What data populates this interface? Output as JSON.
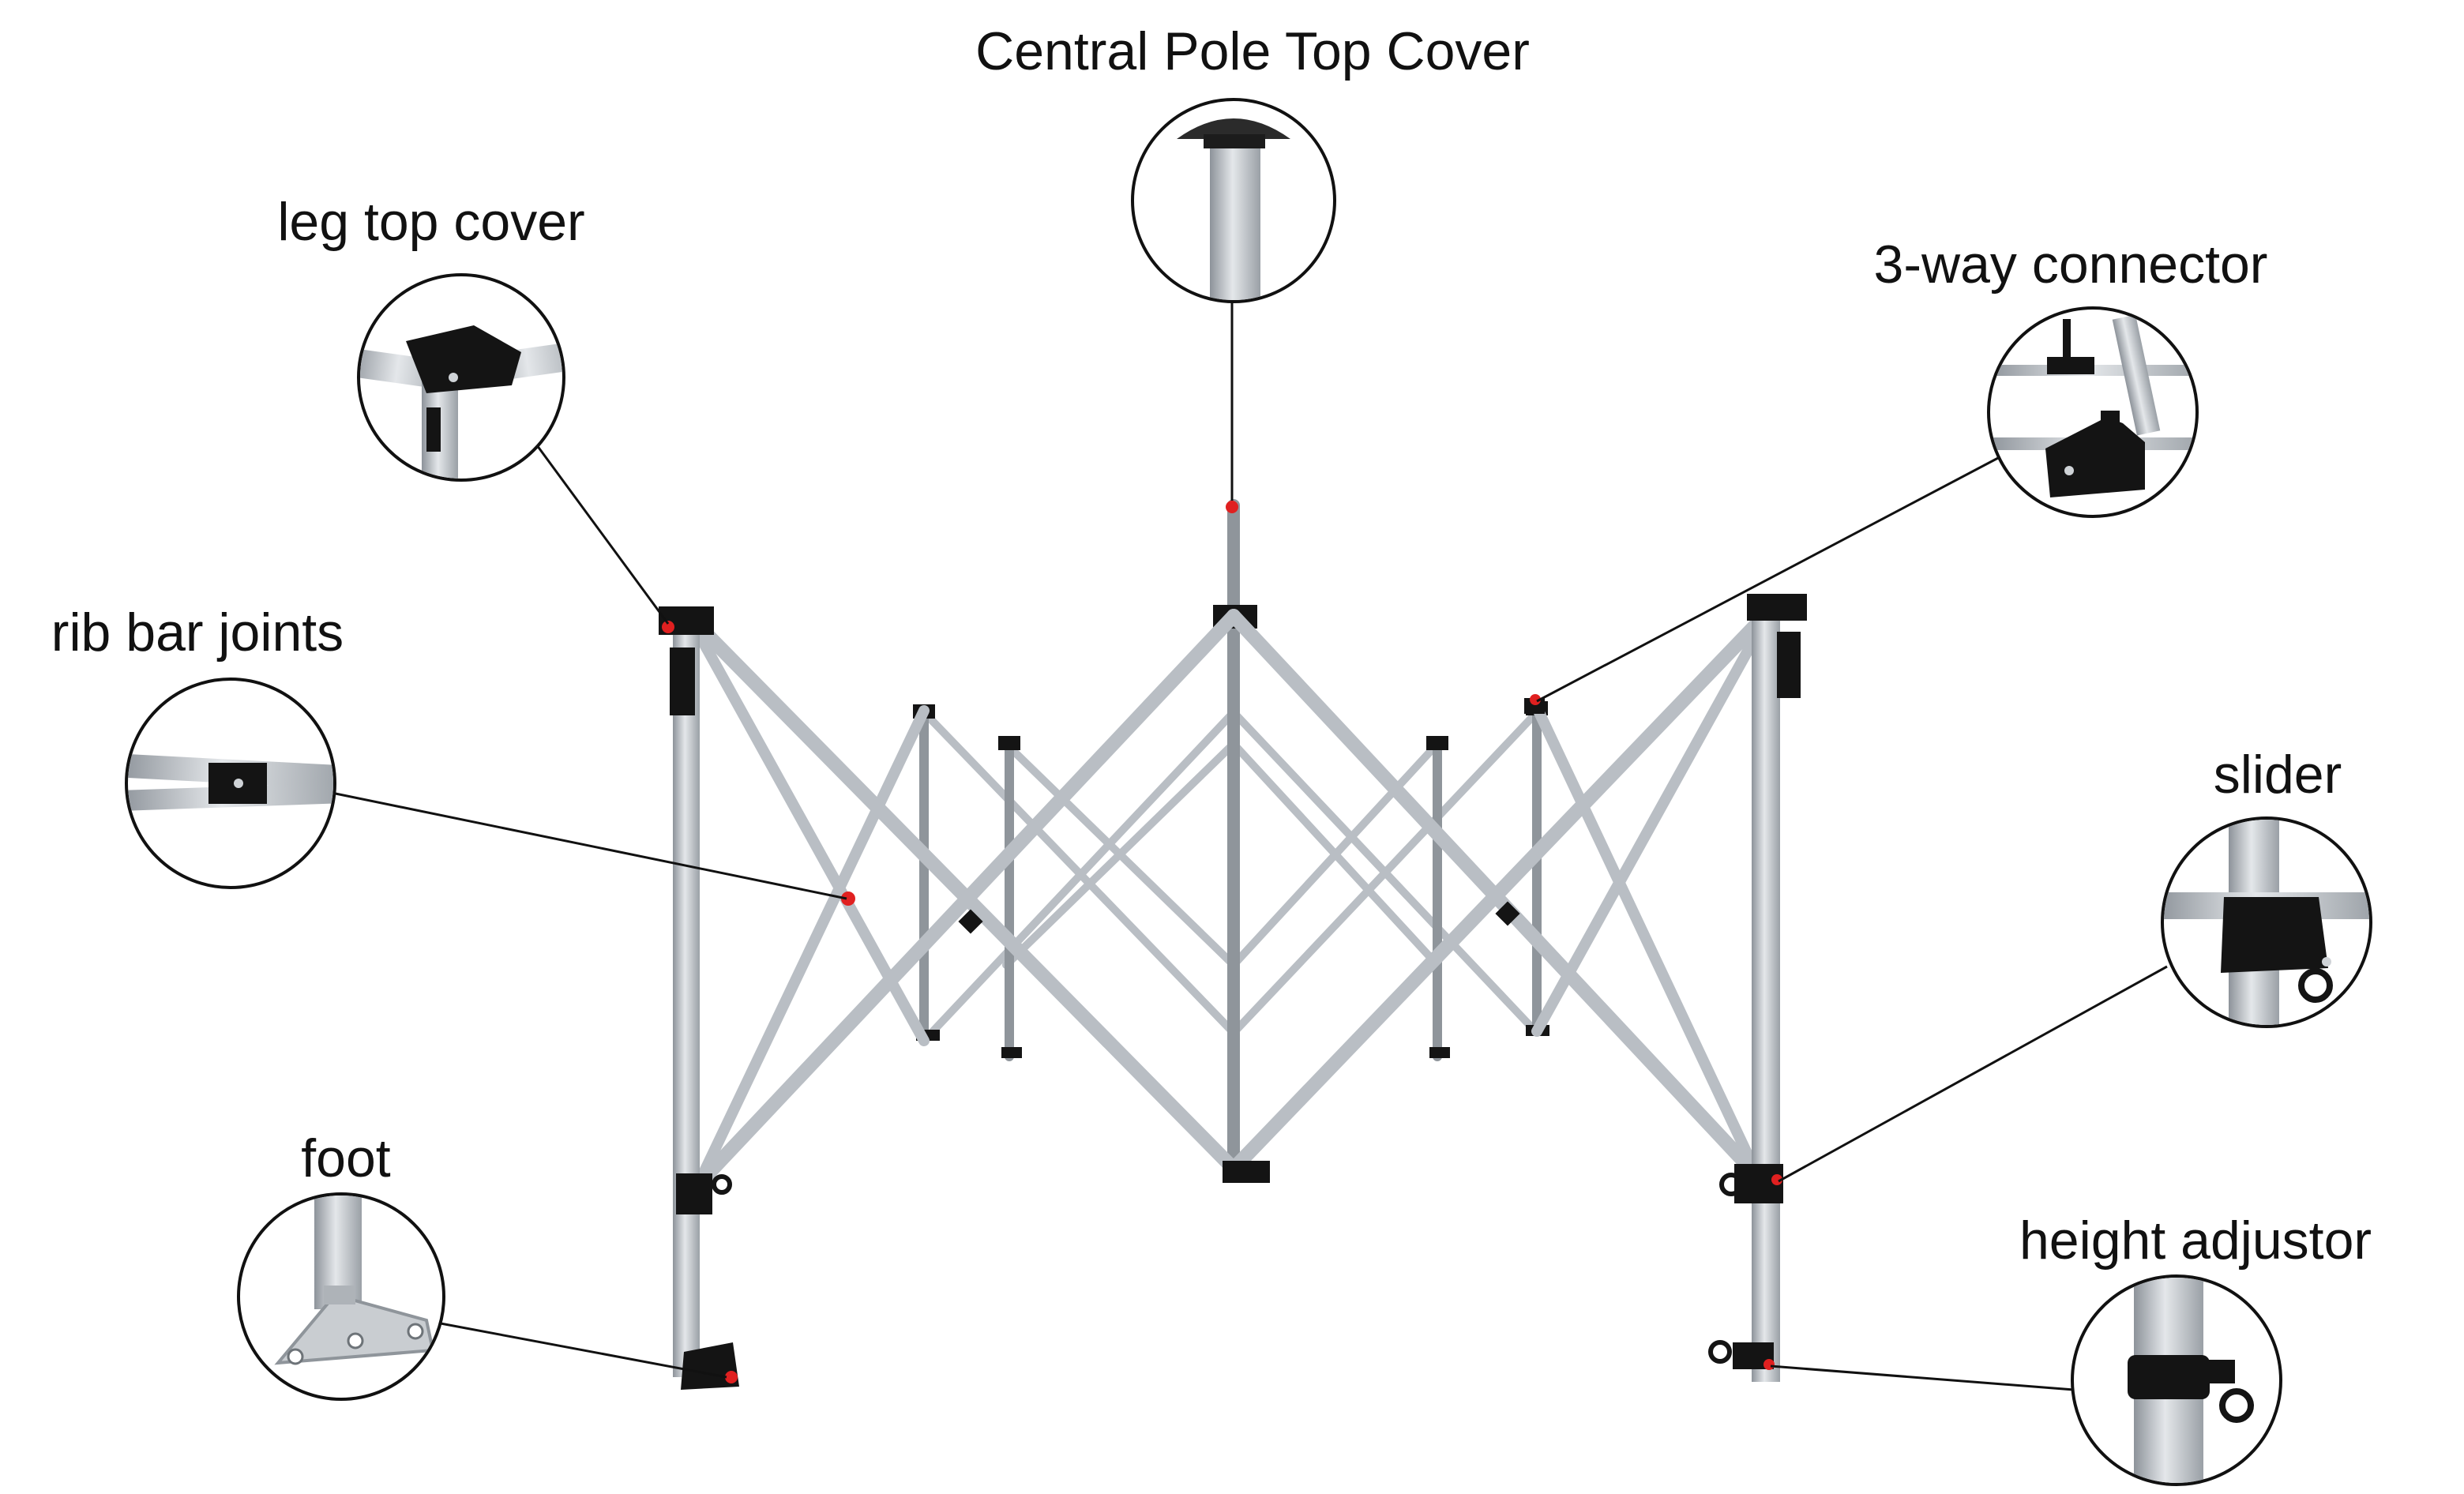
{
  "labels": {
    "central_pole_top_cover": "Central Pole Top Cover",
    "leg_top_cover": "leg top cover",
    "three_way_connector": "3-way connector",
    "rib_bar_joints": "rib bar joints",
    "slider": "slider",
    "foot": "foot",
    "height_adjustor": "height adjustor"
  },
  "colors": {
    "line": "#111111",
    "aluminum": "#b9bec4",
    "aluminum_dark": "#8f959b",
    "connector": "#141414",
    "marker": "#e02020"
  }
}
